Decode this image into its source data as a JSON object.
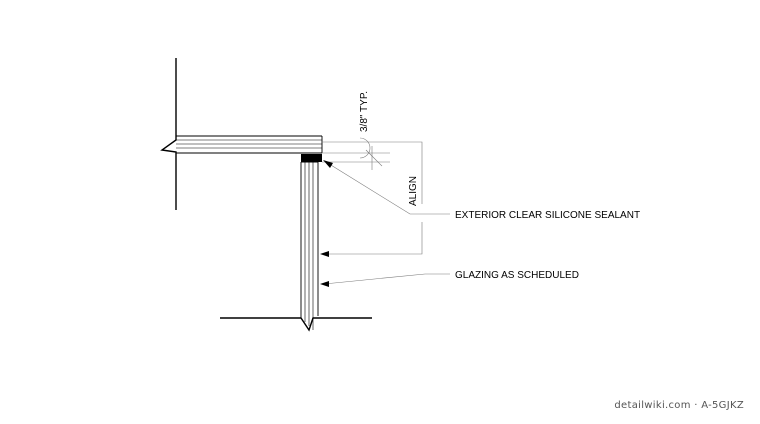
{
  "detail": {
    "dimension_label": "3/8\" TYP.",
    "align_label": "ALIGN",
    "sealant_label": "EXTERIOR CLEAR SILICONE SEALANT",
    "glazing_label": "GLAZING AS SCHEDULED"
  },
  "watermark": {
    "text": "detailwiki.com · A-5GJKZ"
  },
  "colors": {
    "line": "#000000",
    "leader": "#7a7a7a",
    "sealant": "#000000",
    "watermark": "#555555"
  }
}
